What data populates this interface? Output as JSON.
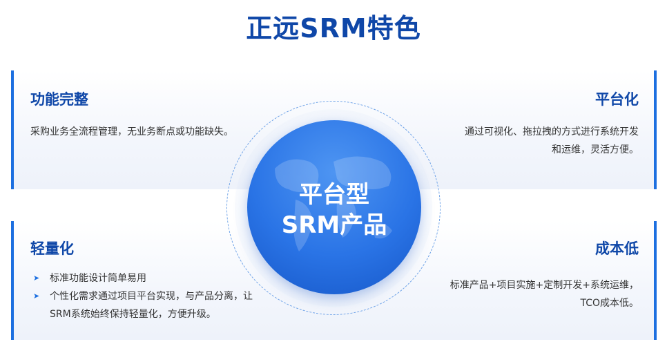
{
  "title": "正远SRM特色",
  "center": {
    "line1": "平台型",
    "line2": "SRM产品"
  },
  "cards": {
    "top_left": {
      "title": "功能完整",
      "text": "采购业务全流程管理，无业务断点或功能缺失。"
    },
    "top_right": {
      "title": "平台化",
      "line1": "通过可视化、拖拉拽的方式进行系统开发",
      "line2": "和运维，灵活方便。"
    },
    "bottom_left": {
      "title": "轻量化",
      "bullets": [
        "标准功能设计简单易用",
        "个性化需求通过项目平台实现，与产品分离，让SRM系统始终保持轻量化，方便升级。"
      ]
    },
    "bottom_right": {
      "title": "成本低",
      "line1": "标准产品+项目实施+定制开发+系统运维，",
      "line2": "TCO成本低。"
    }
  },
  "colors": {
    "accent": "#1c6fe0",
    "title": "#0f47a8",
    "circle": "#2a74e6"
  },
  "icons": {
    "bullet": "arrow-right-icon"
  }
}
